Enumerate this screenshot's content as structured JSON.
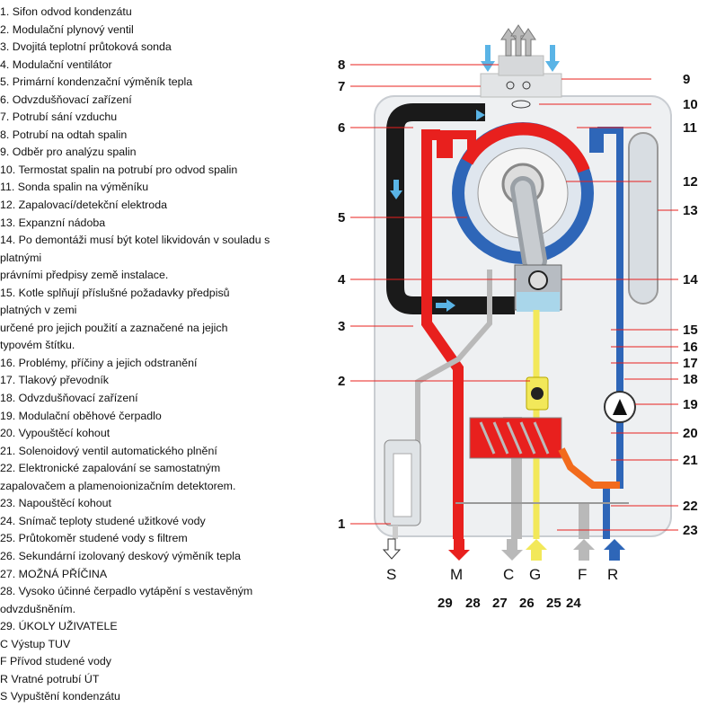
{
  "legend": [
    "1. Sifon odvod kondenzátu",
    "2. Modulační plynový ventil",
    "3. Dvojitá teplotní průtoková sonda",
    "4. Modulační ventilátor",
    "5. Primární kondenzační výměník tepla",
    "6. Odvzdušňovací zařízení",
    "7. Potrubí sání vzduchu",
    "8. Potrubí na odtah spalin",
    "9. Odběr pro analýzu spalin",
    "10. Termostat spalin na potrubí pro odvod spalin",
    "11. Sonda spalin na výměníku",
    "12. Zapalovací/detekční elektroda",
    "13. Expanzní nádoba",
    "14. Po demontáži musí být kotel likvidován v souladu s",
    "platnými",
    "právními předpisy země instalace.",
    "15. Kotle splňují příslušné požadavky předpisů",
    "platných v zemi",
    "určené pro jejich použití a zaznačené na jejich",
    "typovém štítku.",
    "16. Problémy, příčiny a jejich odstranění",
    "17. Tlakový převodník",
    "18. Odvzdušňovací zařízení",
    "19. Modulační oběhové čerpadlo",
    "20. Vypouštěcí kohout",
    "21. Solenoidový ventil automatického plnění",
    "22. Elektronické zapalování se samostatným",
    "zapalovačem a plamenoionizačním detektorem.",
    "23. Napouštěcí kohout",
    "24. Snímač teploty studené užitkové vody",
    "25. Průtokoměr studené vody s filtrem",
    "26. Sekundární izolovaný deskový výměník tepla",
    "27. MOŽNÁ PŘÍČINA",
    "28. Vysoko účinné čerpadlo vytápění s vestavěným",
    "odvzdušněním.",
    "29. ÚKOLY UŽIVATELE",
    "C Výstup TUV",
    "F Přívod studené vody",
    "R Vratné potrubí ÚT",
    "S Vypuštění kondenzátu"
  ],
  "labels": {
    "n1": "1",
    "n2": "2",
    "n3": "3",
    "n4": "4",
    "n5": "5",
    "n6": "6",
    "n7": "7",
    "n8": "8",
    "n9": "9",
    "n10": "10",
    "n11": "11",
    "n12": "12",
    "n13": "13",
    "n14": "14",
    "n15": "15",
    "n16": "16",
    "n17": "17",
    "n18": "18",
    "n19": "19",
    "n20": "20",
    "n21": "21",
    "n22": "22",
    "n23": "23",
    "n24": "24",
    "n25": "25",
    "n26": "26",
    "n27": "27",
    "n28": "28",
    "n29": "29"
  },
  "connections": {
    "S": "S",
    "M": "M",
    "C": "C",
    "G": "G",
    "F": "F",
    "R": "R"
  },
  "colors": {
    "hot": "#e8201e",
    "return": "#2e66b8",
    "gas": "#f2e85a",
    "cold_dhw": "#b9b9b9",
    "flue": "#1a1a1a",
    "casing": "#eef0f2",
    "expansion": "#d8dde2"
  }
}
